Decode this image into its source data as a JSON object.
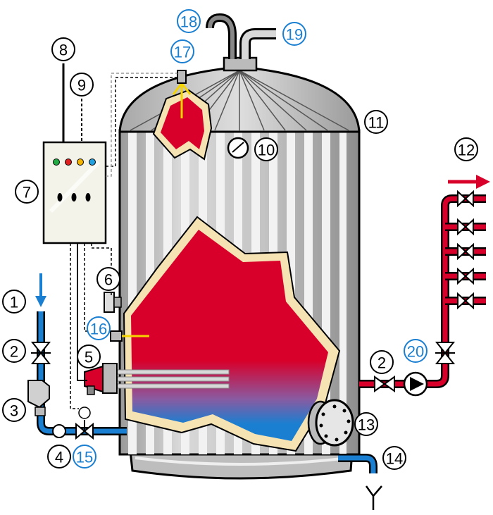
{
  "diagram": {
    "callouts": [
      {
        "id": "c1",
        "label": "1",
        "style": "black"
      },
      {
        "id": "c2a",
        "label": "2",
        "style": "black"
      },
      {
        "id": "c3",
        "label": "3",
        "style": "black"
      },
      {
        "id": "c4",
        "label": "4",
        "style": "black"
      },
      {
        "id": "c15",
        "label": "15",
        "style": "blue"
      },
      {
        "id": "c5",
        "label": "5",
        "style": "black"
      },
      {
        "id": "c6",
        "label": "6",
        "style": "black"
      },
      {
        "id": "c16",
        "label": "16",
        "style": "blue"
      },
      {
        "id": "c7",
        "label": "7",
        "style": "black"
      },
      {
        "id": "c8",
        "label": "8",
        "style": "black"
      },
      {
        "id": "c9",
        "label": "9",
        "style": "black"
      },
      {
        "id": "c10",
        "label": "10",
        "style": "black"
      },
      {
        "id": "c11",
        "label": "11",
        "style": "black"
      },
      {
        "id": "c12",
        "label": "12",
        "style": "black"
      },
      {
        "id": "c13",
        "label": "13",
        "style": "black"
      },
      {
        "id": "c14",
        "label": "14",
        "style": "black"
      },
      {
        "id": "c17",
        "label": "17",
        "style": "blue"
      },
      {
        "id": "c18",
        "label": "18",
        "style": "blue"
      },
      {
        "id": "c19",
        "label": "19",
        "style": "blue"
      },
      {
        "id": "c20",
        "label": "20",
        "style": "blue"
      },
      {
        "id": "c2b",
        "label": "2",
        "style": "black"
      }
    ],
    "colors": {
      "hot_water": "#d8002b",
      "cold_water": "#1a7fd1",
      "insulation": "#f6e3b4",
      "tank_body": "#c8c8c8",
      "blue_label": "#1a7fd1",
      "indicator_green": "#22aa44",
      "indicator_red": "#e02020",
      "indicator_yellow": "#f5b400",
      "indicator_blue": "#22a0e0"
    }
  }
}
